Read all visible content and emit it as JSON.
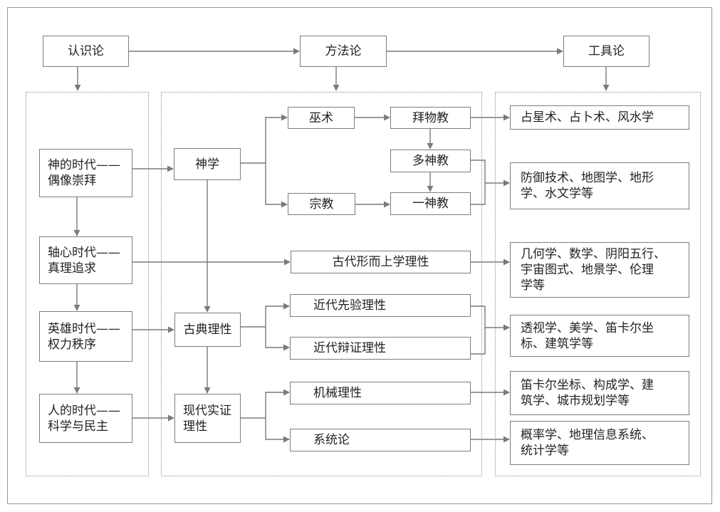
{
  "headers": {
    "epistemology": "认识论",
    "methodology": "方法论",
    "instrumentalism": "工具论"
  },
  "eras": {
    "era1": "神的时代——\n偶像崇拜",
    "era2": "轴心时代——\n真理追求",
    "era3": "英雄时代——\n权力秩序",
    "era4": "人的时代——\n科学与民主"
  },
  "methods": {
    "theology": "神学",
    "classical_rationality": "古典理性",
    "modern_positivism": "现代实证\n理性",
    "witchcraft": "巫术",
    "religion": "宗教",
    "fetishism": "拜物教",
    "polytheism": "多神教",
    "monotheism": "一神教",
    "ancient_metaphysics": "古代形而上学理性",
    "modern_apriori": "近代先验理性",
    "modern_dialectic": "近代辩证理性",
    "mechanical": "机械理性",
    "systems_theory": "系统论"
  },
  "tools": {
    "tool1": "占星术、占卜术、风水学",
    "tool2": "防御技术、地图学、地形\n学、水文学等",
    "tool3": "几何学、数学、阴阳五行、\n宇宙图式、地景学、伦理\n学等",
    "tool4": "透视学、美学、笛卡尔坐\n标、建筑学等",
    "tool5": "笛卡尔坐标、构成学、建\n筑学、城市规划学等",
    "tool6": "概率学、地理信息系统、\n统计学等"
  },
  "colors": {
    "line": "#7a7a7a",
    "border": "#7d7d7d",
    "text": "#222222"
  }
}
